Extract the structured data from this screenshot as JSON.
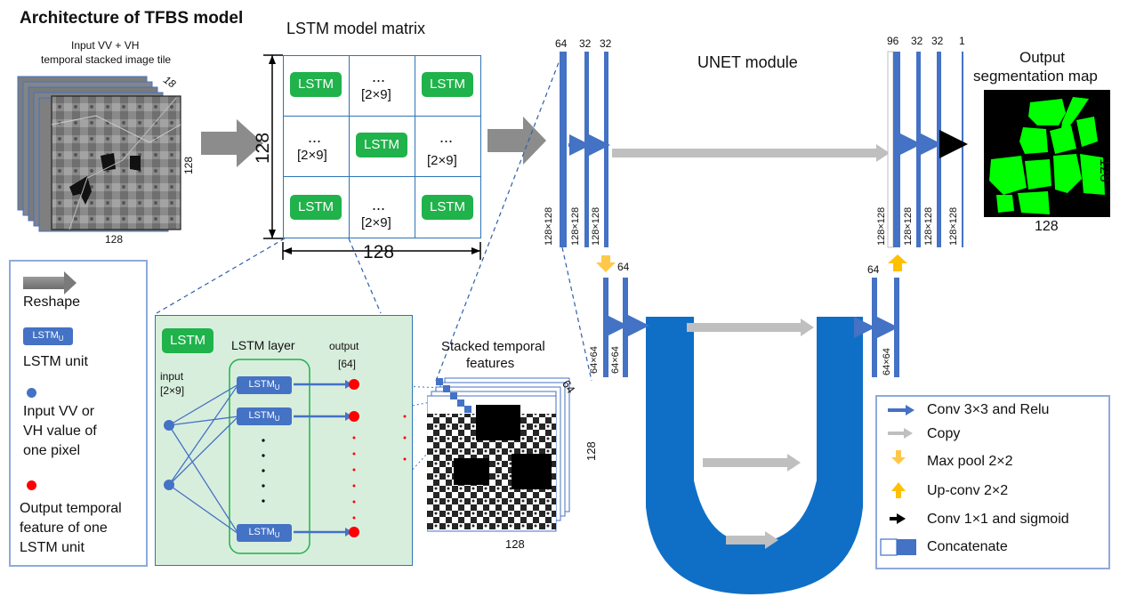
{
  "title": "Architecture of TFBS model",
  "input_tile": {
    "caption_line1": "Input VV + VH",
    "caption_line2": "temporal stacked image tile",
    "depth_label": "18",
    "height_label": "128",
    "width_label": "128"
  },
  "lstm_matrix": {
    "title": "LSTM model matrix",
    "lstm_label": "LSTM",
    "ellipsis": "...",
    "dims_label": "[2×9]",
    "side_label": "128",
    "bottom_label": "128"
  },
  "legend_left": {
    "reshape": "Reshape",
    "lstm_unit_icon": "LSTM",
    "lstm_unit_sub": "U",
    "lstm_unit": "LSTM unit",
    "input_line1": "Input VV or",
    "input_line2": "VH value of",
    "input_line3": "one pixel",
    "output_line1": "Output temporal",
    "output_line2": "feature of one",
    "output_line3": "LSTM unit"
  },
  "lstm_detail": {
    "badge": "LSTM",
    "layer_title": "LSTM layer",
    "input_label": "input",
    "input_dims": "[2×9]",
    "output_label": "output",
    "output_dims": "[64]",
    "unit_label": "LSTM",
    "unit_sub": "U"
  },
  "stacked_features": {
    "title_line1": "Stacked temporal",
    "title_line2": "features",
    "depth_label": "64",
    "height_label": "128",
    "width_label": "128"
  },
  "unet": {
    "title": "UNET module",
    "enc1_channels": [
      "64",
      "32",
      "32"
    ],
    "enc1_sizes": [
      "128×128",
      "128×128",
      "128×128"
    ],
    "enc2_channel": "64",
    "enc2_sizes": [
      "64×64",
      "64×64"
    ],
    "dec2_channel": "64",
    "dec2_size": "64×64",
    "dec1_channels": [
      "96",
      "32",
      "32",
      "1"
    ],
    "dec1_sizes": [
      "128×128",
      "128×128",
      "128×128",
      "128×128"
    ]
  },
  "output_map": {
    "title_line1": "Output",
    "title_line2": "segmentation map",
    "height_label": "128",
    "width_label": "128"
  },
  "legend_right": {
    "conv": "Conv 3×3 and Relu",
    "copy": "Copy",
    "maxpool": "Max pool 2×2",
    "upconv": "Up-conv 2×2",
    "conv1": "Conv 1×1 and sigmoid",
    "concat": "Concatenate"
  },
  "colors": {
    "lstm_green": "#20b24b",
    "blue_bar": "#4472c4",
    "u_blue": "#0f6fc6",
    "detail_bg": "#d8eedd",
    "output_green": "#00ff00",
    "legend_border": "#8faadc"
  }
}
